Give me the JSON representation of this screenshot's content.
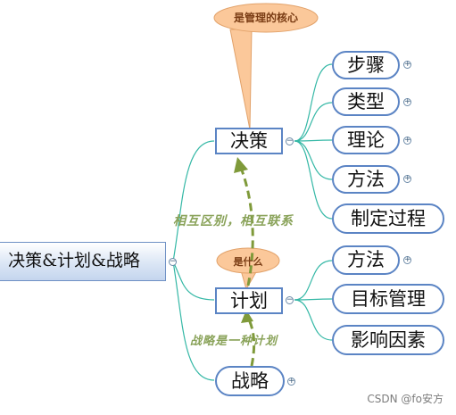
{
  "root": {
    "label": "决策&计划&战略"
  },
  "branches": {
    "decision": {
      "label": "决策",
      "children": [
        "步骤",
        "类型",
        "理论",
        "方法",
        "制定过程"
      ]
    },
    "plan": {
      "label": "计划",
      "children": [
        "方法",
        "目标管理",
        "影响因素"
      ]
    },
    "strategy": {
      "label": "战略"
    }
  },
  "callouts": {
    "decision_note": "是管理的核心",
    "plan_note": "是什么"
  },
  "relations": {
    "decision_plan": "相互区别，相互联系",
    "strategy_plan": "战略是一种计划"
  },
  "toggles": {
    "collapse": "−",
    "expand": "+"
  },
  "watermark": "CSDN @fo安方",
  "colors": {
    "connector": "#35b8a6",
    "node_border": "#5b84c4",
    "callout_fill": "#fbc89a",
    "relation_arrow": "#7f9a3a",
    "relation_text": "#8aa35a"
  }
}
